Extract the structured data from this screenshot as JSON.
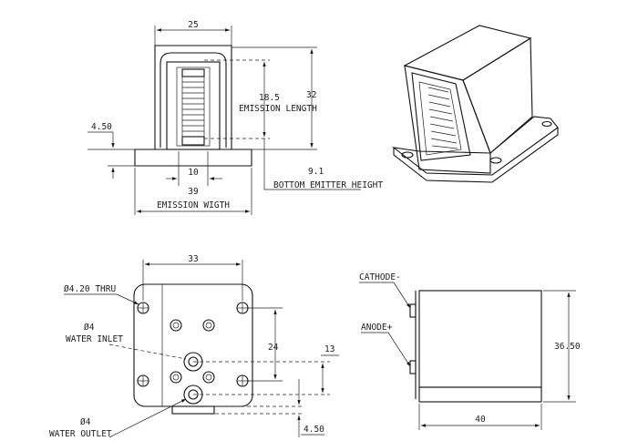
{
  "front_view": {
    "width_label": "25",
    "emission_length_value": "18.5",
    "emission_length_label": "EMISSION LENGTH",
    "height_label": "32",
    "flange_thickness_label": "4.50",
    "emission_width_value": "10",
    "base_width_value": "39",
    "emission_width_label": "EMISSION WIGTH",
    "bottom_emitter_value": "9.1",
    "bottom_emitter_label": "BOTTOM EMITTER HEIGHT"
  },
  "bottom_view": {
    "hole_spacing_label": "33",
    "thru_hole_label": "Ø4.20 THRU",
    "water_inlet_size": "Ø4",
    "water_inlet_label": "WATER INLET",
    "hole_pitch_label": "24",
    "port_offset_label": "13",
    "water_outlet_size": "Ø4",
    "water_outlet_label": "WATER OUTLET",
    "bottom_offset_label": "4.50"
  },
  "side_view": {
    "cathode_label": "CATHODE-",
    "anode_label": "ANODE+",
    "height_label": "36.50",
    "length_label": "40"
  }
}
